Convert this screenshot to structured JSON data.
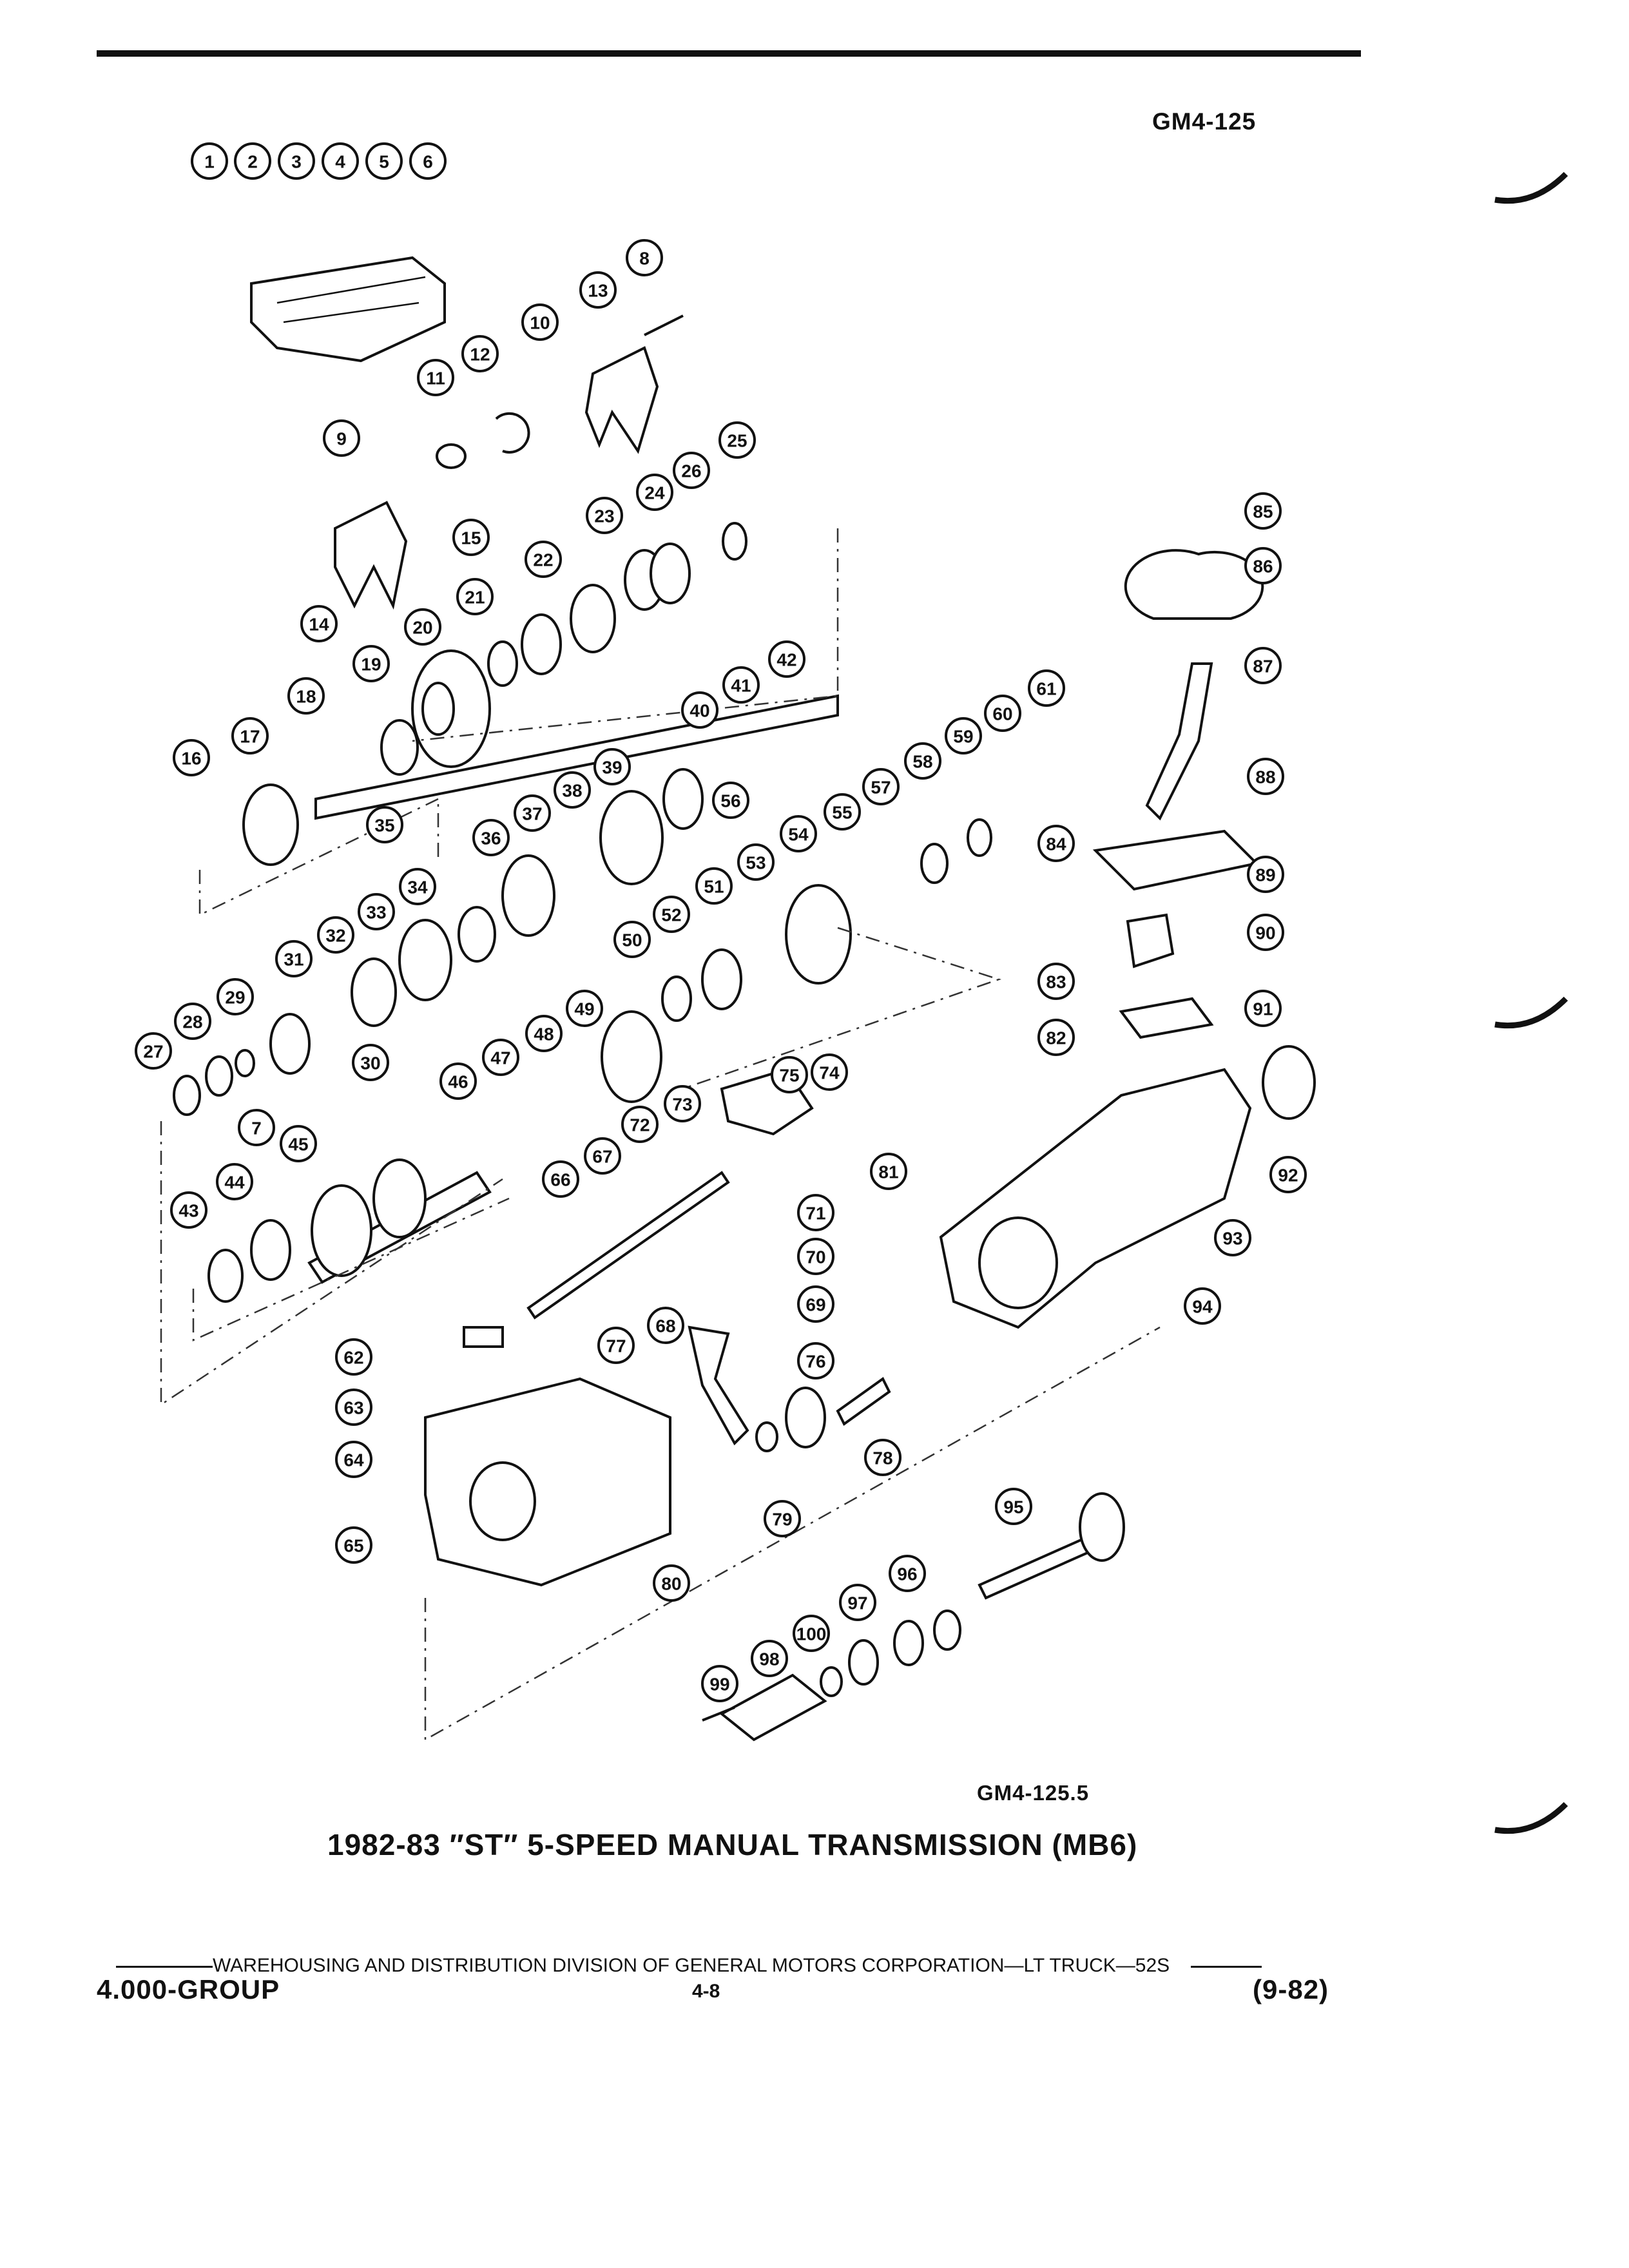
{
  "header": {
    "doc_code": "GM4-125"
  },
  "figure": {
    "ref_code": "GM4-125.5",
    "title": "1982-83 ″ST″ 5-SPEED MANUAL TRANSMISSION (MB6)",
    "callout_numbers": [
      "1",
      "2",
      "3",
      "4",
      "5",
      "6",
      "7",
      "8",
      "9",
      "10",
      "11",
      "12",
      "13",
      "14",
      "15",
      "16",
      "17",
      "18",
      "19",
      "20",
      "21",
      "22",
      "23",
      "24",
      "25",
      "26",
      "27",
      "28",
      "29",
      "30",
      "31",
      "32",
      "33",
      "34",
      "35",
      "36",
      "37",
      "38",
      "39",
      "40",
      "41",
      "42",
      "43",
      "44",
      "45",
      "46",
      "47",
      "48",
      "49",
      "50",
      "51",
      "52",
      "53",
      "54",
      "55",
      "56",
      "57",
      "58",
      "59",
      "60",
      "61",
      "62",
      "63",
      "64",
      "65",
      "66",
      "67",
      "68",
      "69",
      "70",
      "71",
      "72",
      "73",
      "74",
      "75",
      "76",
      "77",
      "78",
      "79",
      "80",
      "81",
      "82",
      "83",
      "84",
      "85",
      "86",
      "87",
      "88",
      "89",
      "90",
      "91",
      "92",
      "93",
      "94",
      "95",
      "96",
      "97",
      "98",
      "99",
      "100"
    ]
  },
  "footer": {
    "publisher_line": "WAREHOUSING AND DISTRIBUTION  DIVISION OF GENERAL MOTORS CORPORATION—LT TRUCK—52S",
    "group": "4.000-GROUP",
    "page": "4-8",
    "revision": "(9-82)"
  }
}
